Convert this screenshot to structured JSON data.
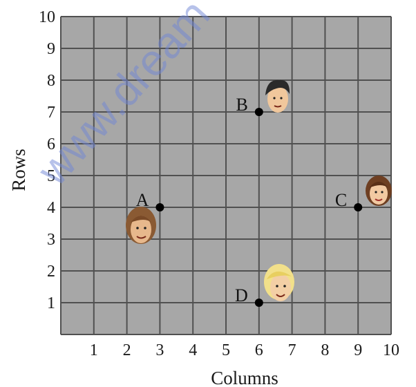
{
  "chart_data": {
    "type": "scatter",
    "xlabel": "Columns",
    "ylabel": "Rows",
    "xlim": [
      0,
      10
    ],
    "ylim": [
      0,
      10
    ],
    "x_ticks": [
      1,
      2,
      3,
      4,
      5,
      6,
      7,
      8,
      9,
      10
    ],
    "y_ticks": [
      1,
      2,
      3,
      4,
      5,
      6,
      7,
      8,
      9,
      10
    ],
    "grid": true,
    "points": [
      {
        "label": "A",
        "x": 3,
        "y": 4
      },
      {
        "label": "B",
        "x": 6,
        "y": 7
      },
      {
        "label": "C",
        "x": 9,
        "y": 4
      },
      {
        "label": "D",
        "x": 6,
        "y": 1
      }
    ]
  },
  "watermark": "www.dream",
  "colors": {
    "plot_background": "#a7a7a7",
    "grid_line": "#505050",
    "point": "#000000"
  },
  "icons": [
    "face-a-icon",
    "face-b-icon",
    "face-c-icon",
    "face-d-icon"
  ]
}
